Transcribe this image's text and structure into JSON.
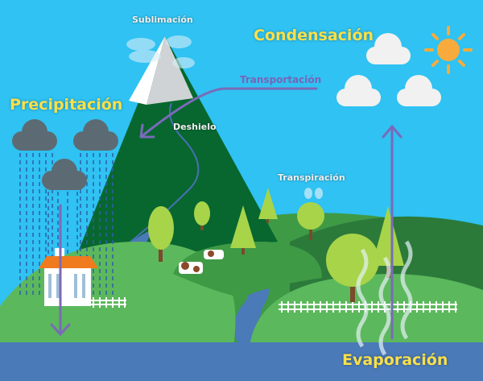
{
  "labels": {
    "sublimation": "Sublimación",
    "condensation": "Condensación",
    "transportation": "Transportación",
    "precipitation": "Precipitación",
    "snowmelt": "Deshielo",
    "transpiration": "Transpiración",
    "evaporation": "Evaporación"
  },
  "colors": {
    "sky": "#2fc2f2",
    "mountain": "#07672f",
    "hill": "#5cb85c",
    "water": "#4a7ab8",
    "arrow": "#7a6ab8",
    "label_yellow": "#f8e04a",
    "sun": "#f8ab3c"
  }
}
